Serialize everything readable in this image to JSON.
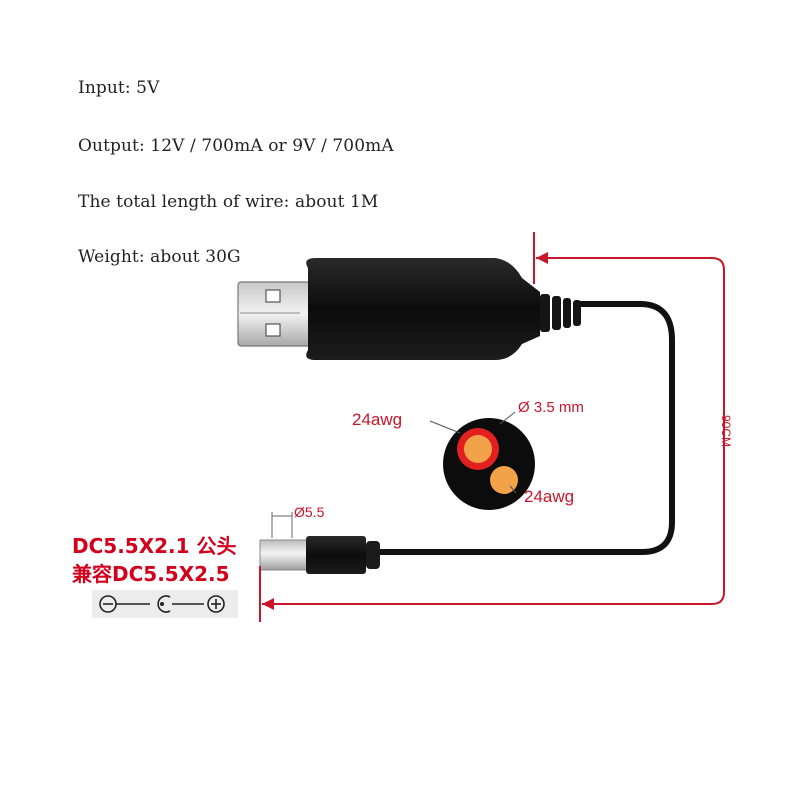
{
  "specs": {
    "input": "Input: 5V",
    "output": "Output: 12V / 700mA or 9V / 700mA",
    "wire_length": "The total length of wire: about 1M",
    "weight": "Weight: about 30G"
  },
  "cross_section": {
    "wire_gauge_left": "24awg",
    "wire_gauge_right": "24awg",
    "diameter": "Ø 3.5 mm"
  },
  "plug": {
    "diameter": "Ø5.5",
    "spec_line1": "DC5.5X2.1 公头",
    "spec_line2": "兼容DC5.5X2.5"
  },
  "dimension": {
    "cable_length": "90CM"
  },
  "polarity_icons": [
    "minus-circle",
    "center-pin",
    "plus-circle"
  ],
  "colors": {
    "accent_red": "#c8152a",
    "cable_black": "#111111",
    "core_orange": "#f2a34a"
  }
}
